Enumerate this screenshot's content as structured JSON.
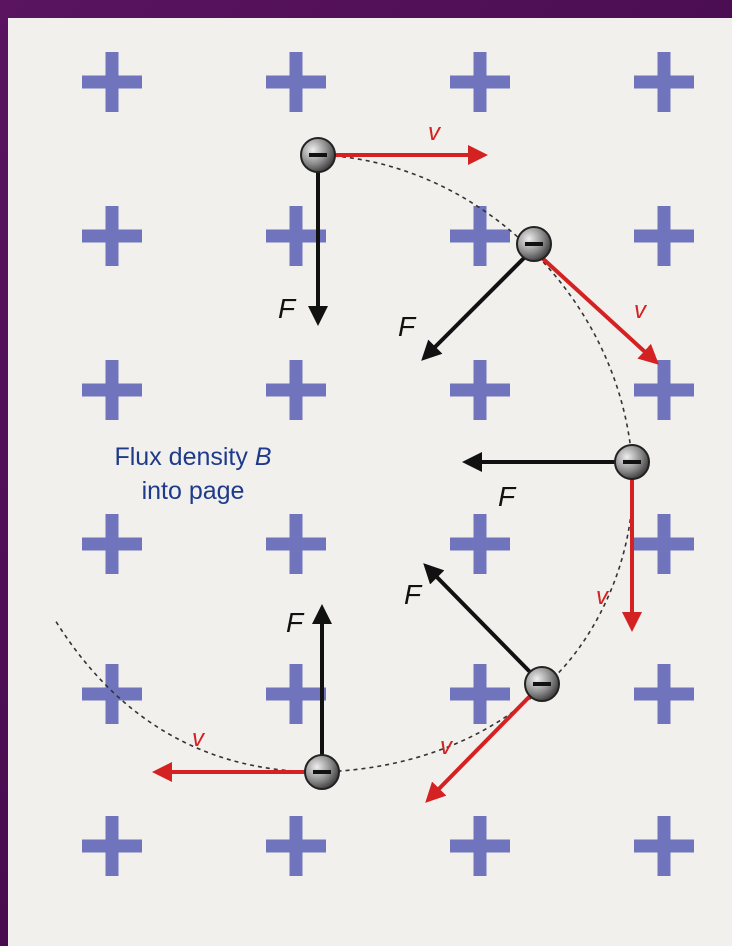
{
  "caption": {
    "line1_prefix": "Flux density ",
    "line1_symbol": "B",
    "line2": "into page"
  },
  "labels": {
    "force": "F",
    "velocity": "v"
  },
  "colors": {
    "cross": "#6f74bd",
    "force_arrow": "#111111",
    "velocity_arrow": "#d42121",
    "caption_text": "#1e3a8a",
    "path": "#333333"
  },
  "icons": {
    "field_marker": "plus-cross-icon",
    "particle": "electron-negative-icon"
  }
}
